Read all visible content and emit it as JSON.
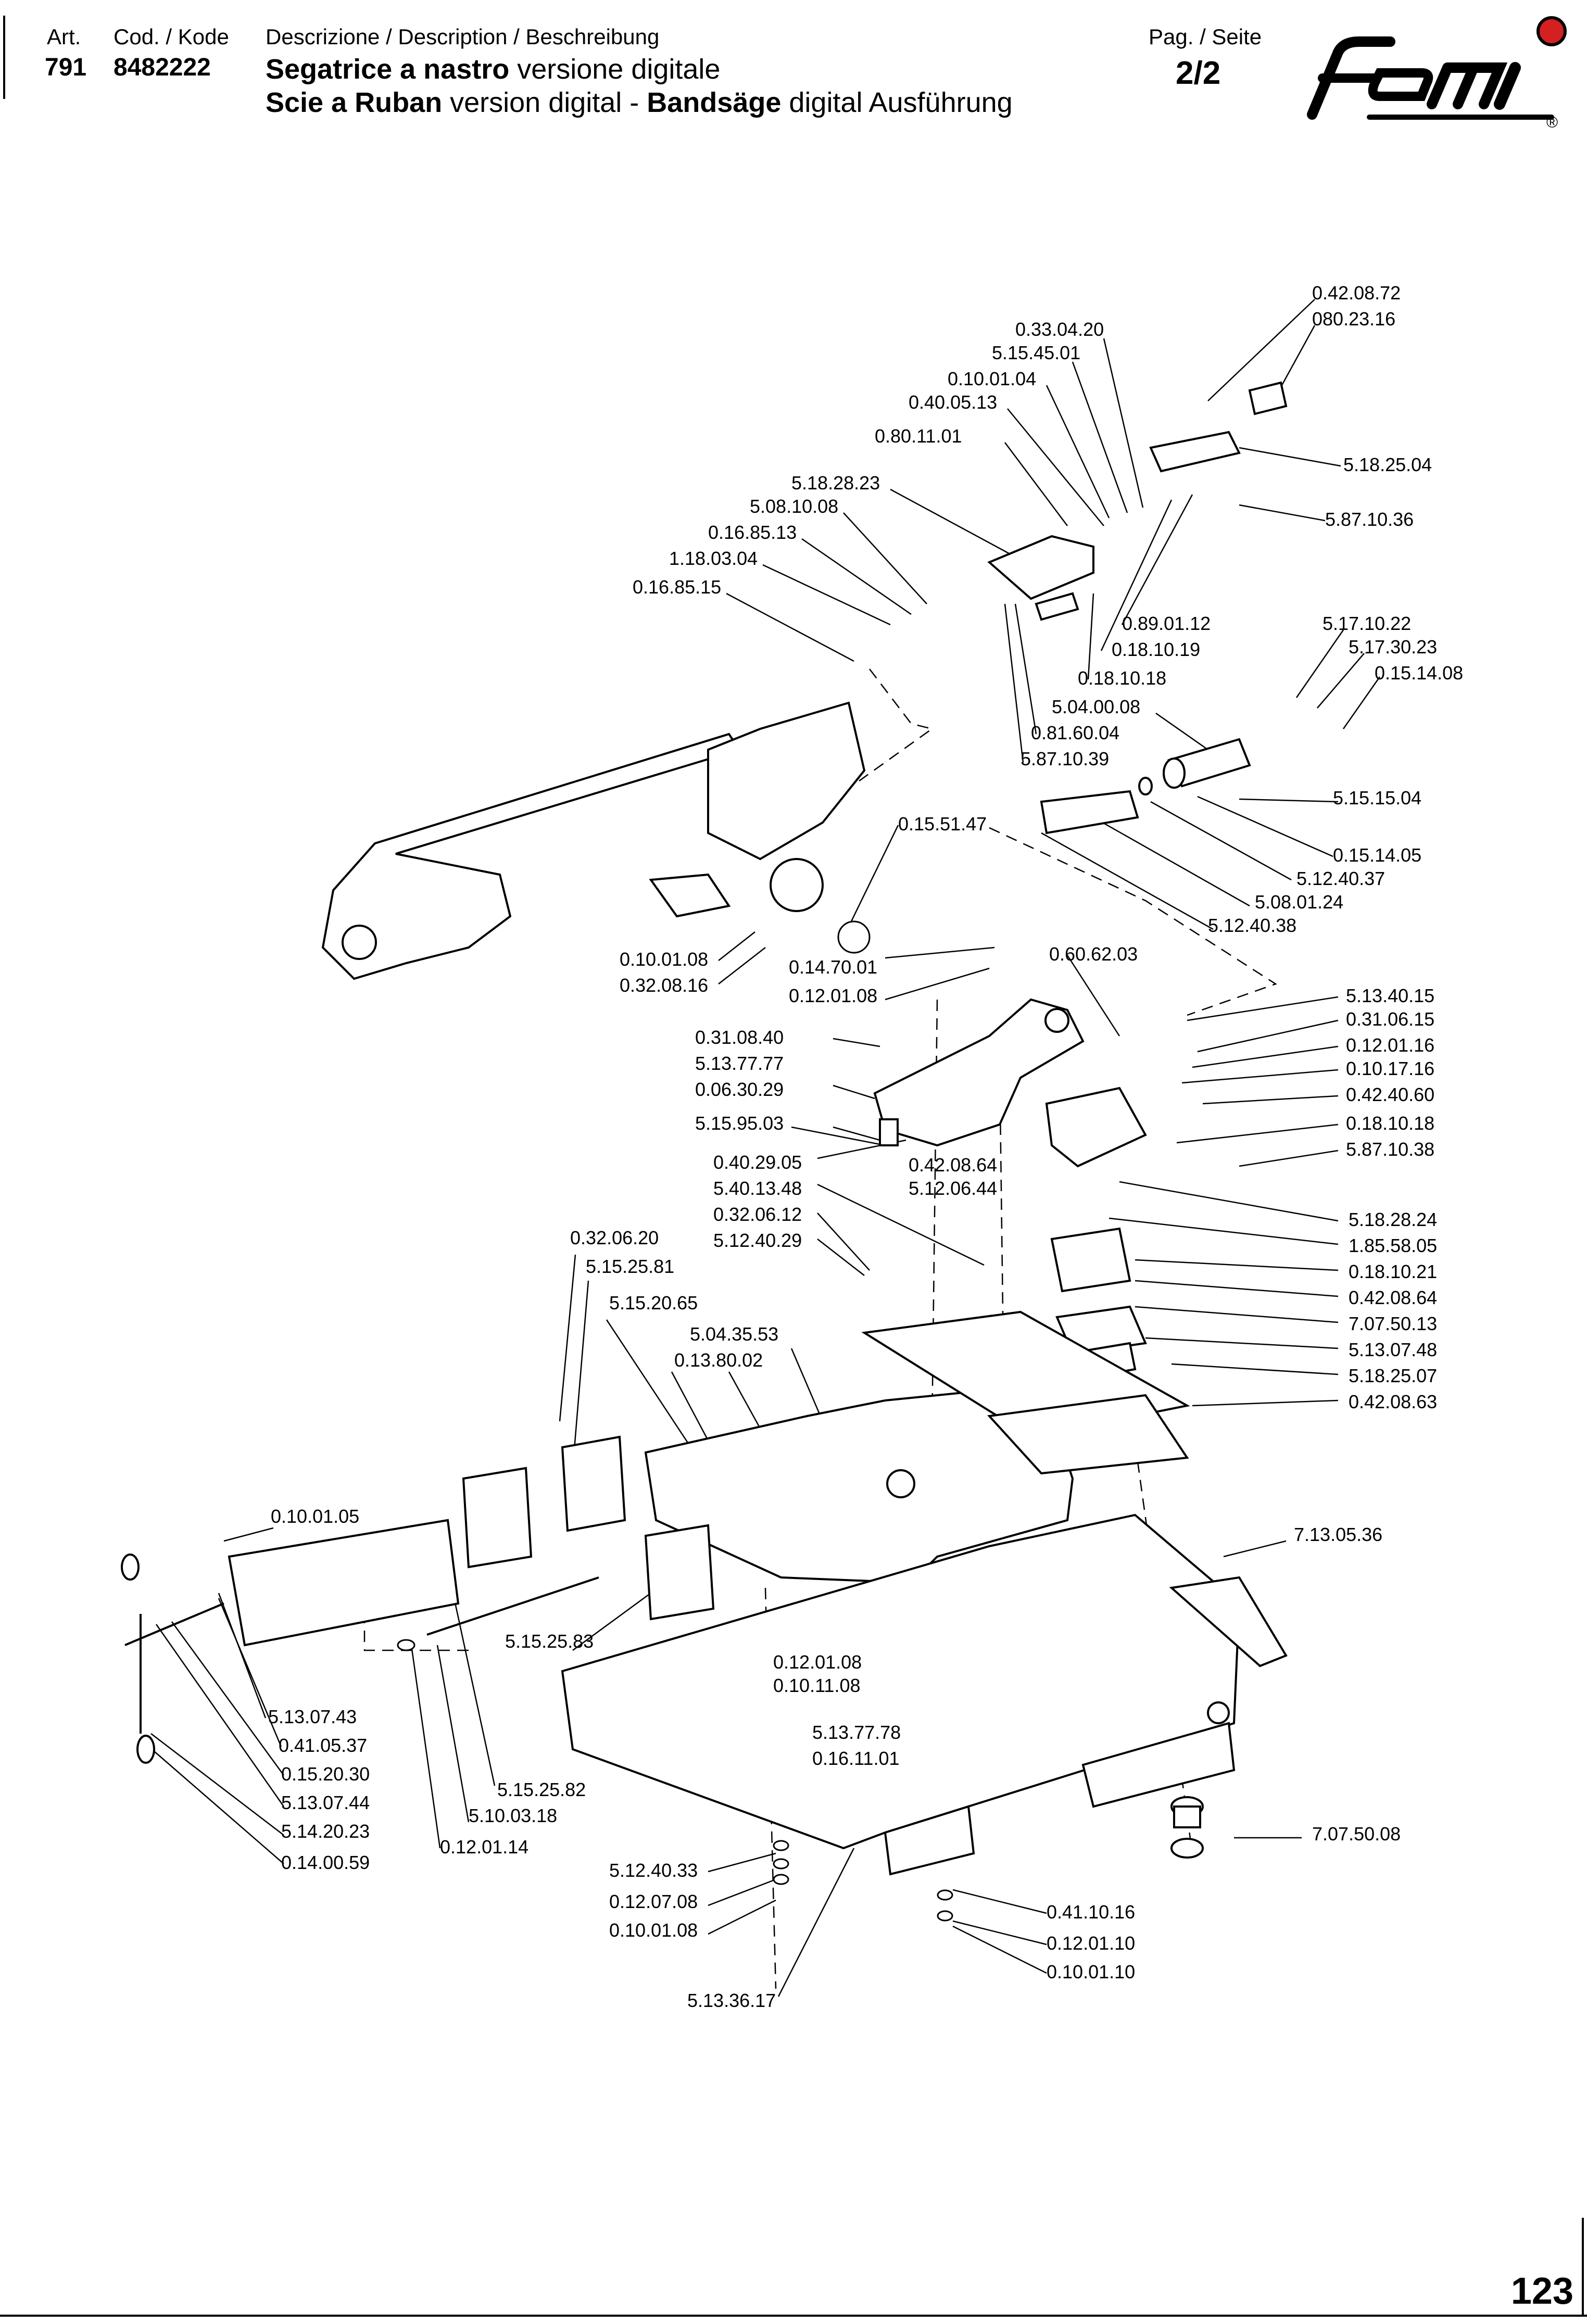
{
  "header": {
    "art_label": "Art.",
    "art_value": "791",
    "code_label": "Cod. / Kode",
    "code_value": "8482222",
    "desc_label": "Descrizione / Description / Beschreibung",
    "title_line1_bold": "Segatrice a nastro",
    "title_line1_rest": " versione digitale",
    "title_line2_a_bold": "Scie a Ruban",
    "title_line2_b": " version digital - ",
    "title_line2_c_bold": "Bandsäge",
    "title_line2_d": " digital Ausführung",
    "page_label": "Pag. / Seite",
    "page_value": "2/2"
  },
  "brand": {
    "logo_text": "femi",
    "registered": "®",
    "dot_color": "#d42020"
  },
  "page_number": "123",
  "part_labels": [
    "0.42.08.72",
    "080.23.16",
    "0.33.04.20",
    "5.15.45.01",
    "0.10.01.04",
    "0.40.05.13",
    "0.80.11.01",
    "5.18.28.23",
    "5.08.10.08",
    "0.16.85.13",
    "1.18.03.04",
    "0.16.85.15",
    "5.18.25.04",
    "5.87.10.36",
    "0.89.01.12",
    "0.18.10.19",
    "0.18.10.18",
    "5.04.00.08",
    "0.81.60.04",
    "5.87.10.39",
    "5.17.10.22",
    "5.17.30.23",
    "0.15.14.08",
    "5.15.15.04",
    "0.15.51.47",
    "0.15.14.05",
    "5.12.40.37",
    "5.08.01.24",
    "5.12.40.38",
    "0.10.01.08",
    "0.32.08.16",
    "0.14.70.01",
    "0.12.01.08",
    "0.60.62.03",
    "5.13.40.15",
    "0.31.06.15",
    "0.12.01.16",
    "0.10.17.16",
    "0.42.40.60",
    "0.18.10.18",
    "5.87.10.38",
    "0.31.08.40",
    "5.13.77.77",
    "0.06.30.29",
    "5.15.95.03",
    "0.40.29.05",
    "0.42.08.64",
    "5.40.13.48",
    "5.12.06.44",
    "0.32.06.12",
    "5.12.40.29",
    "0.32.06.20",
    "5.15.25.81",
    "5.15.20.65",
    "5.04.35.53",
    "0.13.80.02",
    "5.18.28.24",
    "1.85.58.05",
    "0.18.10.21",
    "0.42.08.64",
    "7.07.50.13",
    "5.13.07.48",
    "5.18.25.07",
    "0.42.08.63",
    "0.10.01.05",
    "7.13.05.36",
    "5.15.25.83",
    "0.12.01.08",
    "0.10.11.08",
    "5.13.77.78",
    "0.16.11.01",
    "5.13.07.43",
    "0.41.05.37",
    "0.15.20.30",
    "5.13.07.44",
    "5.14.20.23",
    "0.14.00.59",
    "5.15.25.82",
    "5.10.03.18",
    "0.12.01.14",
    "7.07.50.08",
    "5.12.40.33",
    "0.12.07.08",
    "0.10.01.08",
    "0.41.10.16",
    "0.12.01.10",
    "0.10.01.10",
    "5.13.36.17"
  ]
}
